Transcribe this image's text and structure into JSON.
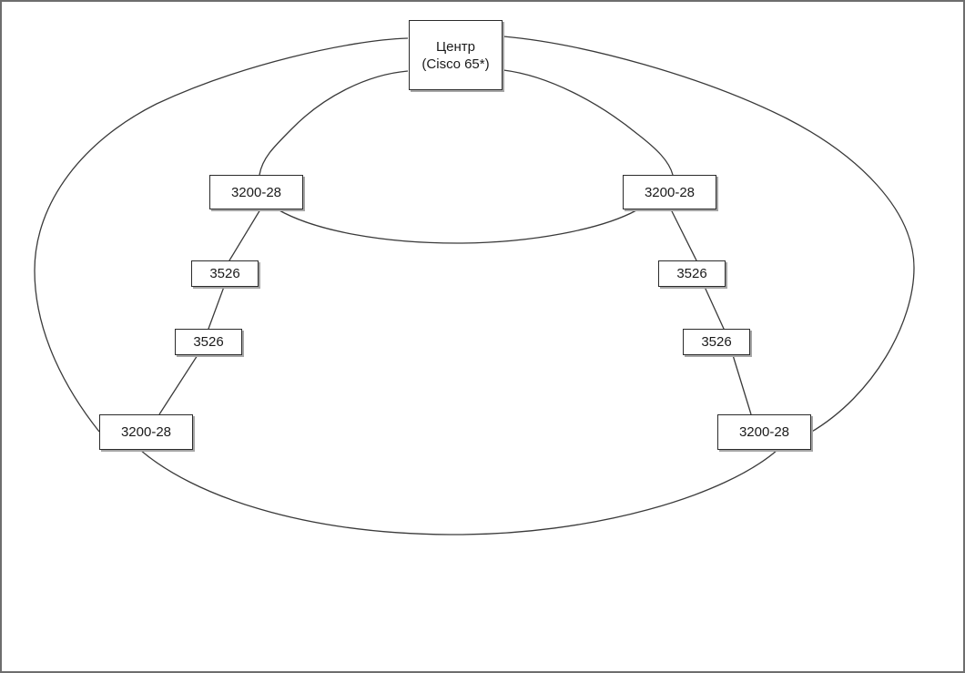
{
  "diagram": {
    "center": {
      "line1": "Центр",
      "line2": "(Cisco 65*)"
    },
    "nodes": {
      "upper_left_switch": "3200-28",
      "upper_right_switch": "3200-28",
      "left_3526_upper": "3526",
      "left_3526_lower": "3526",
      "right_3526_upper": "3526",
      "right_3526_lower": "3526",
      "lower_left_switch": "3200-28",
      "lower_right_switch": "3200-28"
    },
    "colors": {
      "line": "#3a3a3a",
      "box_border": "#2b2b2b",
      "box_shadow": "#a6a6a6",
      "frame_border": "#6e6e6e",
      "background": "#ffffff"
    }
  }
}
